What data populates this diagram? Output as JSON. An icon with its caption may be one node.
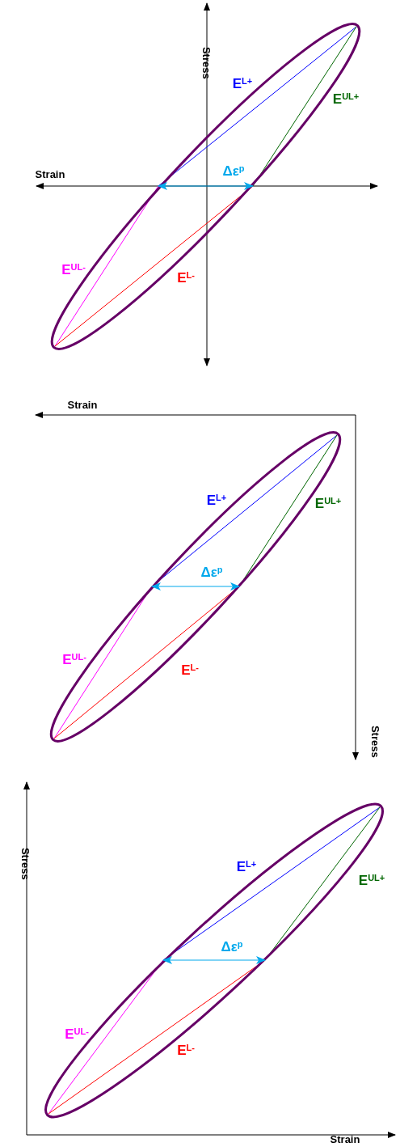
{
  "diagram": {
    "labels": [
      "Stress",
      "E$^{L+}$",
      "E$^{UL+}$",
      "Strain",
      "Δε$^{p}$",
      "E$^{UL-}$",
      "E$^{L-}$",
      "Strain",
      "E$^{L+}$",
      "E$^{UL+}$",
      "Δε$^{p}$",
      "E$^{UL-}$",
      "E$^{L-}$",
      "Stress",
      "Stress",
      "E$^{L+}$",
      "E$^{UL+}$",
      "Δε$^{p}$",
      "E$^{UL-}$",
      "E$^{L-}$",
      "Strain"
    ]
  }
}
